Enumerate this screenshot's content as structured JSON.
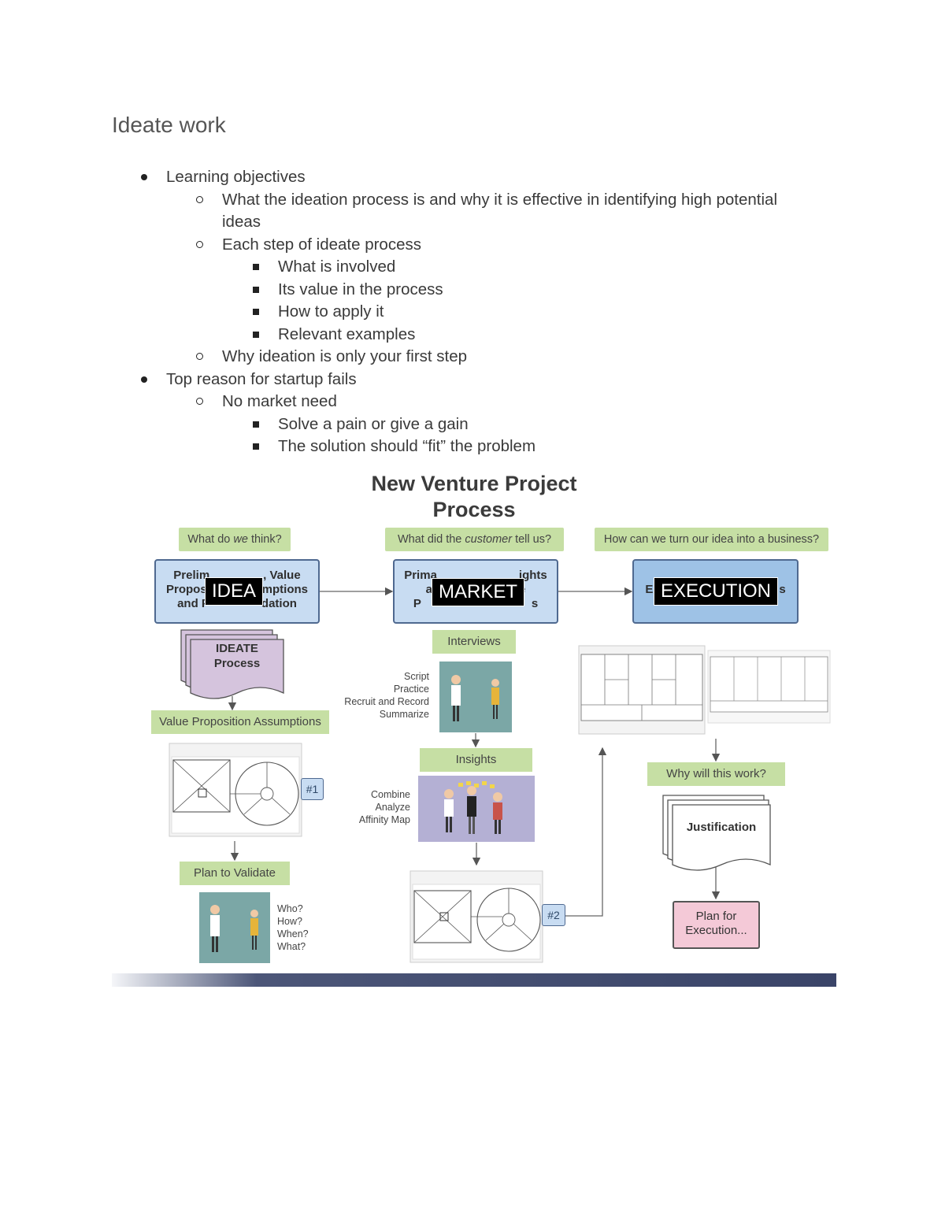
{
  "doc": {
    "title": "Ideate work",
    "outline": [
      {
        "level": 1,
        "text": "Learning objectives"
      },
      {
        "level": 2,
        "text": "What the ideation process is and why it is effective in identifying high potential"
      },
      {
        "level": 0,
        "text": "ideas"
      },
      {
        "level": 2,
        "text": "Each step of ideate process"
      },
      {
        "level": 3,
        "text": "What is involved"
      },
      {
        "level": 3,
        "text": "Its value in the process"
      },
      {
        "level": 3,
        "text": "How to apply it"
      },
      {
        "level": 3,
        "text": "Relevant examples"
      },
      {
        "level": 2,
        "text": "Why ideation is only your first step"
      },
      {
        "level": 1,
        "text": "Top reason for startup fails"
      },
      {
        "level": 2,
        "text": "No market need"
      },
      {
        "level": 3,
        "text": "Solve a pain or give a gain"
      },
      {
        "level": 3,
        "text": "The solution should “fit” the problem"
      }
    ]
  },
  "slide": {
    "title_line1": "New Venture Project",
    "title_line2": "Process",
    "q1_pre": "What do ",
    "q1_em": "we",
    "q1_post": " think?",
    "q2_pre": "What did the ",
    "q2_em": "customer",
    "q2_post": " tell us?",
    "q3": "How can we turn our idea into a business?",
    "box1": {
      "line1": "Prelim",
      "line1b": ", Value",
      "line2": "Propos",
      "line2b": "mptions",
      "line3": "and P",
      "line3b": "dation"
    },
    "box2": {
      "line1": "Prima",
      "line1b": "ights",
      "line2": "a",
      "line2b": "e",
      "line3": "P",
      "line3b": "s"
    },
    "box3": {
      "line1": "E",
      "line1b": "s"
    },
    "caption_idea": "IDEA",
    "caption_market": "MARKET",
    "caption_execution": "EXECUTION",
    "ideate_process": "IDEATE\nProcess",
    "ideate_line1": "IDEATE",
    "ideate_line2": "Process",
    "value_prop": "Value Proposition Assumptions",
    "tag1": "#1",
    "tag2": "#2",
    "plan_validate": "Plan to Validate",
    "validate_questions": [
      "Who?",
      "How?",
      "When?",
      "What?"
    ],
    "interviews": "Interviews",
    "interview_steps": [
      "Script",
      "Practice",
      "Recruit and Record",
      "Summarize"
    ],
    "insights": "Insights",
    "insight_steps": [
      "Combine",
      "Analyze",
      "Affinity Map"
    ],
    "why_work": "Why will this work?",
    "justification": "Justification",
    "plan_exec_line1": "Plan for",
    "plan_exec_line2": "Execution..."
  },
  "colors": {
    "label_green": "#c6dfa4",
    "box_blue": "#c8dcf2",
    "ideate_purple": "#d5c4dd",
    "pink": "#f4c9d7"
  }
}
